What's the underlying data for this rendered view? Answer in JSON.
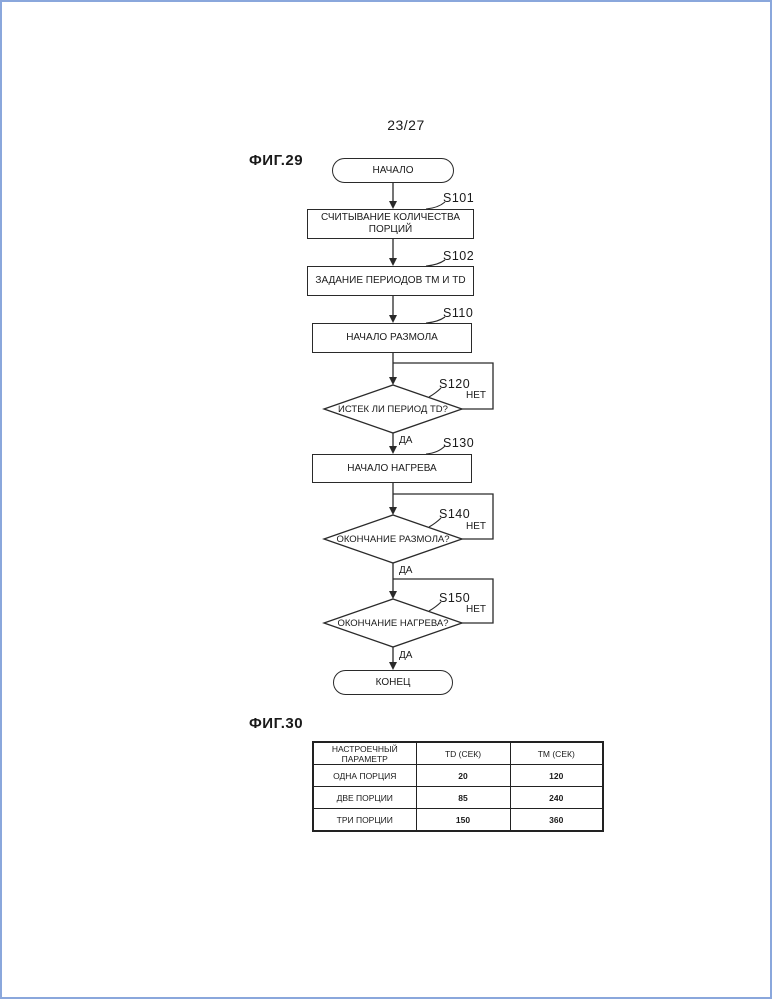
{
  "page": {
    "number": "23/27",
    "fig29_label": "ФИГ.29",
    "fig30_label": "ФИГ.30"
  },
  "colors": {
    "line": "#2a2a2a",
    "page_border": "#8aa7dc"
  },
  "flowchart": {
    "start_label": "НАЧАЛО",
    "end_label": "КОНЕЦ",
    "yes_label": "ДА",
    "no_label": "НЕТ",
    "steps": [
      {
        "id": "S101",
        "type": "process",
        "text": "СЧИТЫВАНИЕ КОЛИЧЕСТВА ПОРЦИЙ"
      },
      {
        "id": "S102",
        "type": "process",
        "text": "ЗАДАНИЕ ПЕРИОДОВ TM И TD"
      },
      {
        "id": "S110",
        "type": "process",
        "text": "НАЧАЛО РАЗМОЛА"
      },
      {
        "id": "S120",
        "type": "decision",
        "text": "ИСТЕК ЛИ ПЕРИОД TD?"
      },
      {
        "id": "S130",
        "type": "process",
        "text": "НАЧАЛО НАГРЕВА"
      },
      {
        "id": "S140",
        "type": "decision",
        "text": "ОКОНЧАНИЕ РАЗМОЛА?"
      },
      {
        "id": "S150",
        "type": "decision",
        "text": "ОКОНЧАНИЕ НАГРЕВА?"
      }
    ]
  },
  "table": {
    "headers": [
      "НАСТРОЕЧНЫЙ ПАРАМЕТР",
      "TD (СЕК)",
      "TM (СЕК)"
    ],
    "rows": [
      [
        "ОДНА ПОРЦИЯ",
        "20",
        "120"
      ],
      [
        "ДВЕ ПОРЦИИ",
        "85",
        "240"
      ],
      [
        "ТРИ ПОРЦИИ",
        "150",
        "360"
      ]
    ]
  }
}
